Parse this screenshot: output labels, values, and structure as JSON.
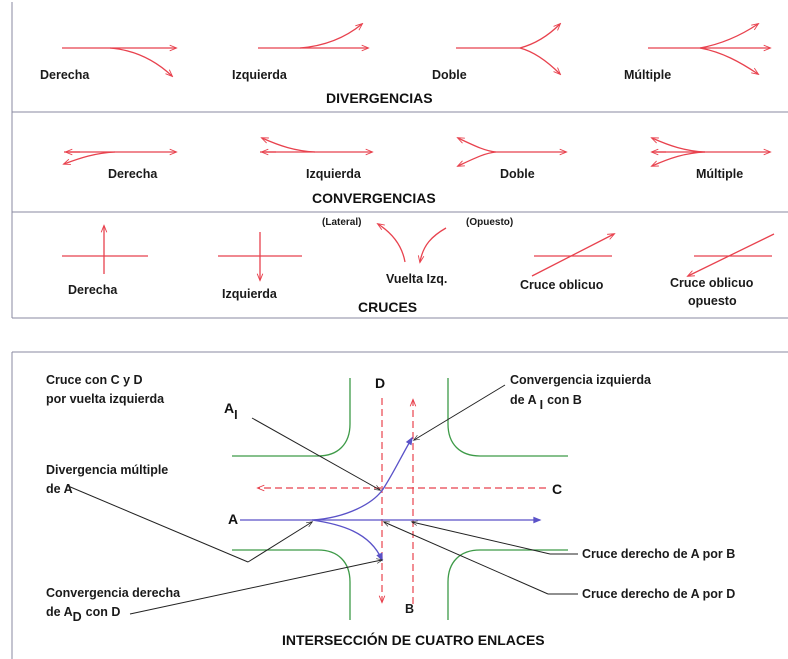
{
  "divergencias": {
    "labels": [
      "Derecha",
      "Izquierda",
      "Doble",
      "Múltiple"
    ],
    "title": "DIVERGENCIAS"
  },
  "convergencias": {
    "labels": [
      "Derecha",
      "Izquierda",
      "Doble",
      "Múltiple"
    ],
    "title": "CONVERGENCIAS"
  },
  "cruces": {
    "labels": [
      "Derecha",
      "Izquierda",
      "Vuelta Izq.",
      "Cruce oblicuo"
    ],
    "oblique_opposite": [
      "Cruce oblicuo",
      "opuesto"
    ],
    "lateral": "(Lateral)",
    "opuesto": "(Opuesto)",
    "title": "CRUCES"
  },
  "intersection": {
    "title": "INTERSECCIÓN DE CUATRO ENLACES",
    "annotations": {
      "cruce_cd": [
        "Cruce con C y D",
        "por vuelta izquierda"
      ],
      "div_multiple": [
        "Divergencia múltiple",
        "de A"
      ],
      "conv_derecha_1": "Convergencia derecha",
      "conv_derecha_2": "de A",
      "conv_derecha_sub": "D",
      "conv_derecha_3": "con D",
      "conv_izq_1": "Convergencia izquierda",
      "conv_izq_2": "de A",
      "conv_izq_sub": "I",
      "conv_izq_3": "con B",
      "cruce_b": "Cruce derecho de A por B",
      "cruce_d": "Cruce derecho de A por D"
    },
    "legs": {
      "a": "A",
      "a_i": "A",
      "a_i_sub": "I",
      "b": "B",
      "c": "C",
      "d": "D"
    }
  },
  "colors": {
    "flow": "#e8424e",
    "curb": "#3d9a47",
    "path": "#5a52c8",
    "frame": "#8a8aa0"
  }
}
